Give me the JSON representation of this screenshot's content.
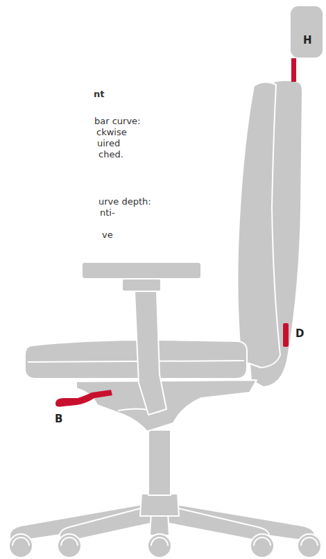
{
  "diagram": {
    "labels": [
      "nt",
      "bar curve:",
      "ckwise",
      "uired",
      "ched.",
      "urve depth:",
      "nti-",
      "ve",
      "H",
      "D",
      "B"
    ]
  }
}
